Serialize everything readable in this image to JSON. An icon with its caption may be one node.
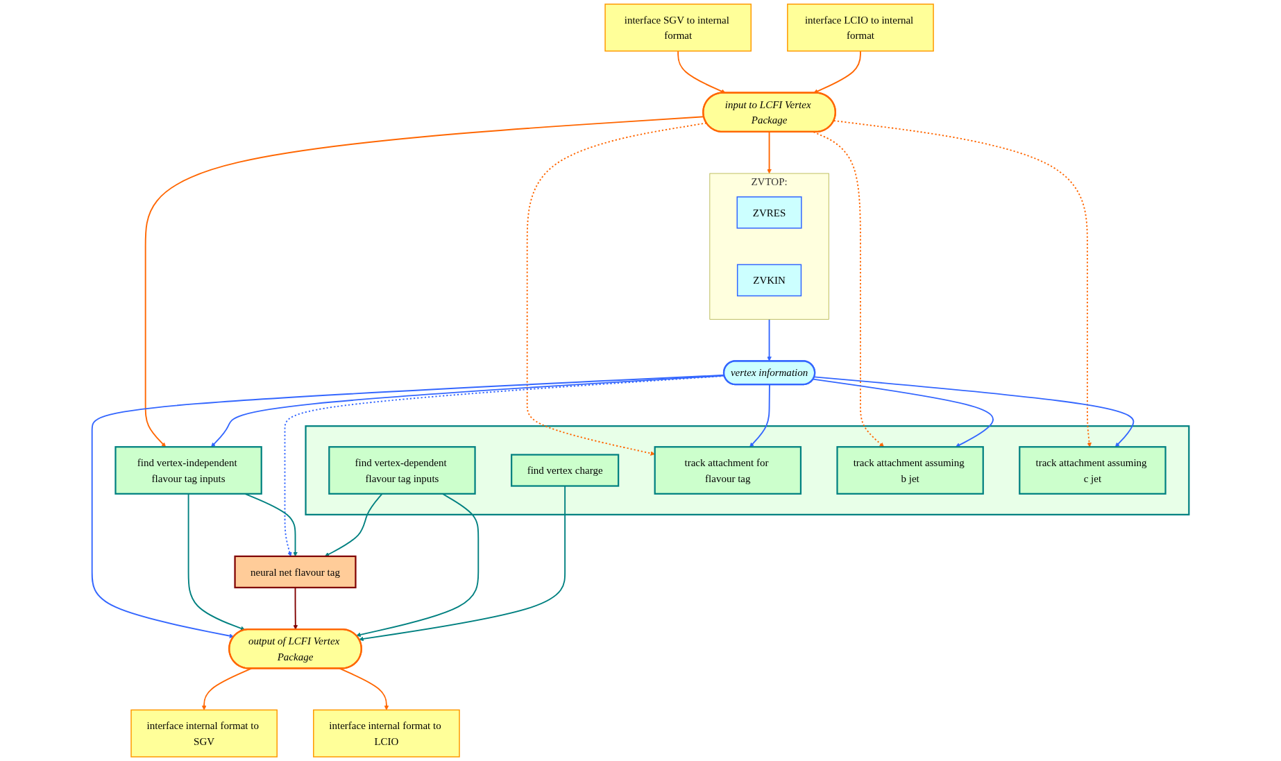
{
  "diagram": {
    "nodes": [
      {
        "text": [
          "interface SGV to internal format"
        ]
      },
      {
        "text": [
          "interface LCIO to internal format"
        ]
      },
      {
        "text": [
          "input to LCFI Vertex Package"
        ]
      },
      {
        "text": [
          "ZVTOP:"
        ]
      },
      {
        "text": [
          "ZVRES"
        ],
        "in": 3
      },
      {
        "text": [
          "ZVKIN"
        ],
        "in": 3
      },
      {
        "text": [
          "vertex information"
        ]
      },
      {
        "text": [
          "find vertex-independent flavour tag inputs"
        ]
      },
      {
        "text": [],
        "shape": "box"
      },
      {
        "text": [
          "track attachment for flavour tag"
        ],
        "in": 8
      },
      {
        "text": [
          "track attachment assuming b jet"
        ],
        "in": 8
      },
      {
        "text": [
          "track attachment assuming c jet"
        ],
        "in": 8
      },
      {
        "text": [
          "find vertex-dependent flavour tag inputs"
        ],
        "in": 8
      },
      {
        "text": [
          "find vertex charge"
        ],
        "in": 8
      },
      {
        "text": [
          "neural net flavour tag"
        ]
      },
      {
        "text": [
          "output of LCFI Vertex Package"
        ]
      },
      {
        "text": [
          "interface internal format to SGV"
        ]
      },
      {
        "text": [
          "interface internal format to LCIO"
        ]
      }
    ],
    "edges": [
      {
        "from": 0,
        "to": 2,
        "arrow": "to"
      },
      {
        "from": 1,
        "to": 2,
        "arrow": "to"
      },
      {
        "from": 2,
        "to": 3,
        "arrow": "to"
      },
      {
        "from": 2,
        "to": 7,
        "arrow": "to"
      },
      {
        "from": 2,
        "to": 9,
        "arrow": "to",
        "style": "dashed"
      },
      {
        "from": 2,
        "to": 10,
        "arrow": "to",
        "style": "dashed"
      },
      {
        "from": 2,
        "to": 11,
        "arrow": "to",
        "style": "dashed"
      },
      {
        "from": 3,
        "to": 6,
        "arrow": "to",
        "color": "#3366ff"
      },
      {
        "from": 6,
        "to": 7,
        "arrow": "to",
        "color": "#3366ff"
      },
      {
        "from": 6,
        "to": 9,
        "arrow": "to",
        "color": "#3366ff"
      },
      {
        "from": 6,
        "to": 10,
        "arrow": "to",
        "color": "#3366ff"
      },
      {
        "from": 6,
        "to": 11,
        "arrow": "to",
        "color": "#3366ff"
      },
      {
        "from": 6,
        "to": 14,
        "arrow": "to",
        "style": "dashed",
        "color": "#3366ff"
      },
      {
        "from": 6,
        "to": 15,
        "arrow": "to",
        "color": "#3366ff"
      },
      {
        "from": 7,
        "to": 14,
        "arrow": "to",
        "color": "#008080"
      },
      {
        "from": 12,
        "to": 14,
        "arrow": "to",
        "color": "#008080"
      },
      {
        "from": 7,
        "to": 15,
        "arrow": "to",
        "color": "#008080"
      },
      {
        "from": 14,
        "to": 15,
        "arrow": "to",
        "color": "#800000"
      },
      {
        "from": 12,
        "to": 15,
        "arrow": "to",
        "color": "#008080"
      },
      {
        "from": 13,
        "to": 15,
        "arrow": "to",
        "color": "#008080"
      },
      {
        "from": 15,
        "to": 16,
        "arrow": "to"
      },
      {
        "from": 15,
        "to": 17,
        "arrow": "to"
      }
    ]
  }
}
